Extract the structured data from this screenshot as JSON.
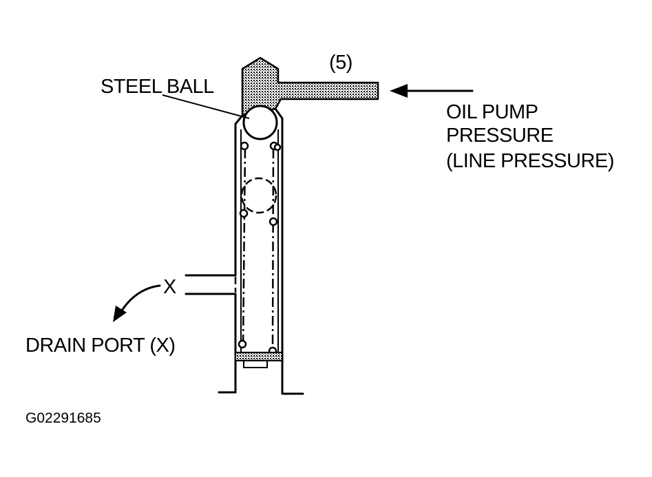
{
  "labels": {
    "callout": "(5)",
    "steel_ball": "STEEL BALL",
    "oil_pump_line1": "OIL PUMP",
    "oil_pump_line2": "PRESSURE",
    "oil_pump_line3": "(LINE PRESSURE)",
    "drain_port": "DRAIN PORT (X)",
    "drain_marker": "X",
    "figure_id": "G02291685"
  },
  "colors": {
    "ink": "#000000",
    "background": "#ffffff"
  }
}
